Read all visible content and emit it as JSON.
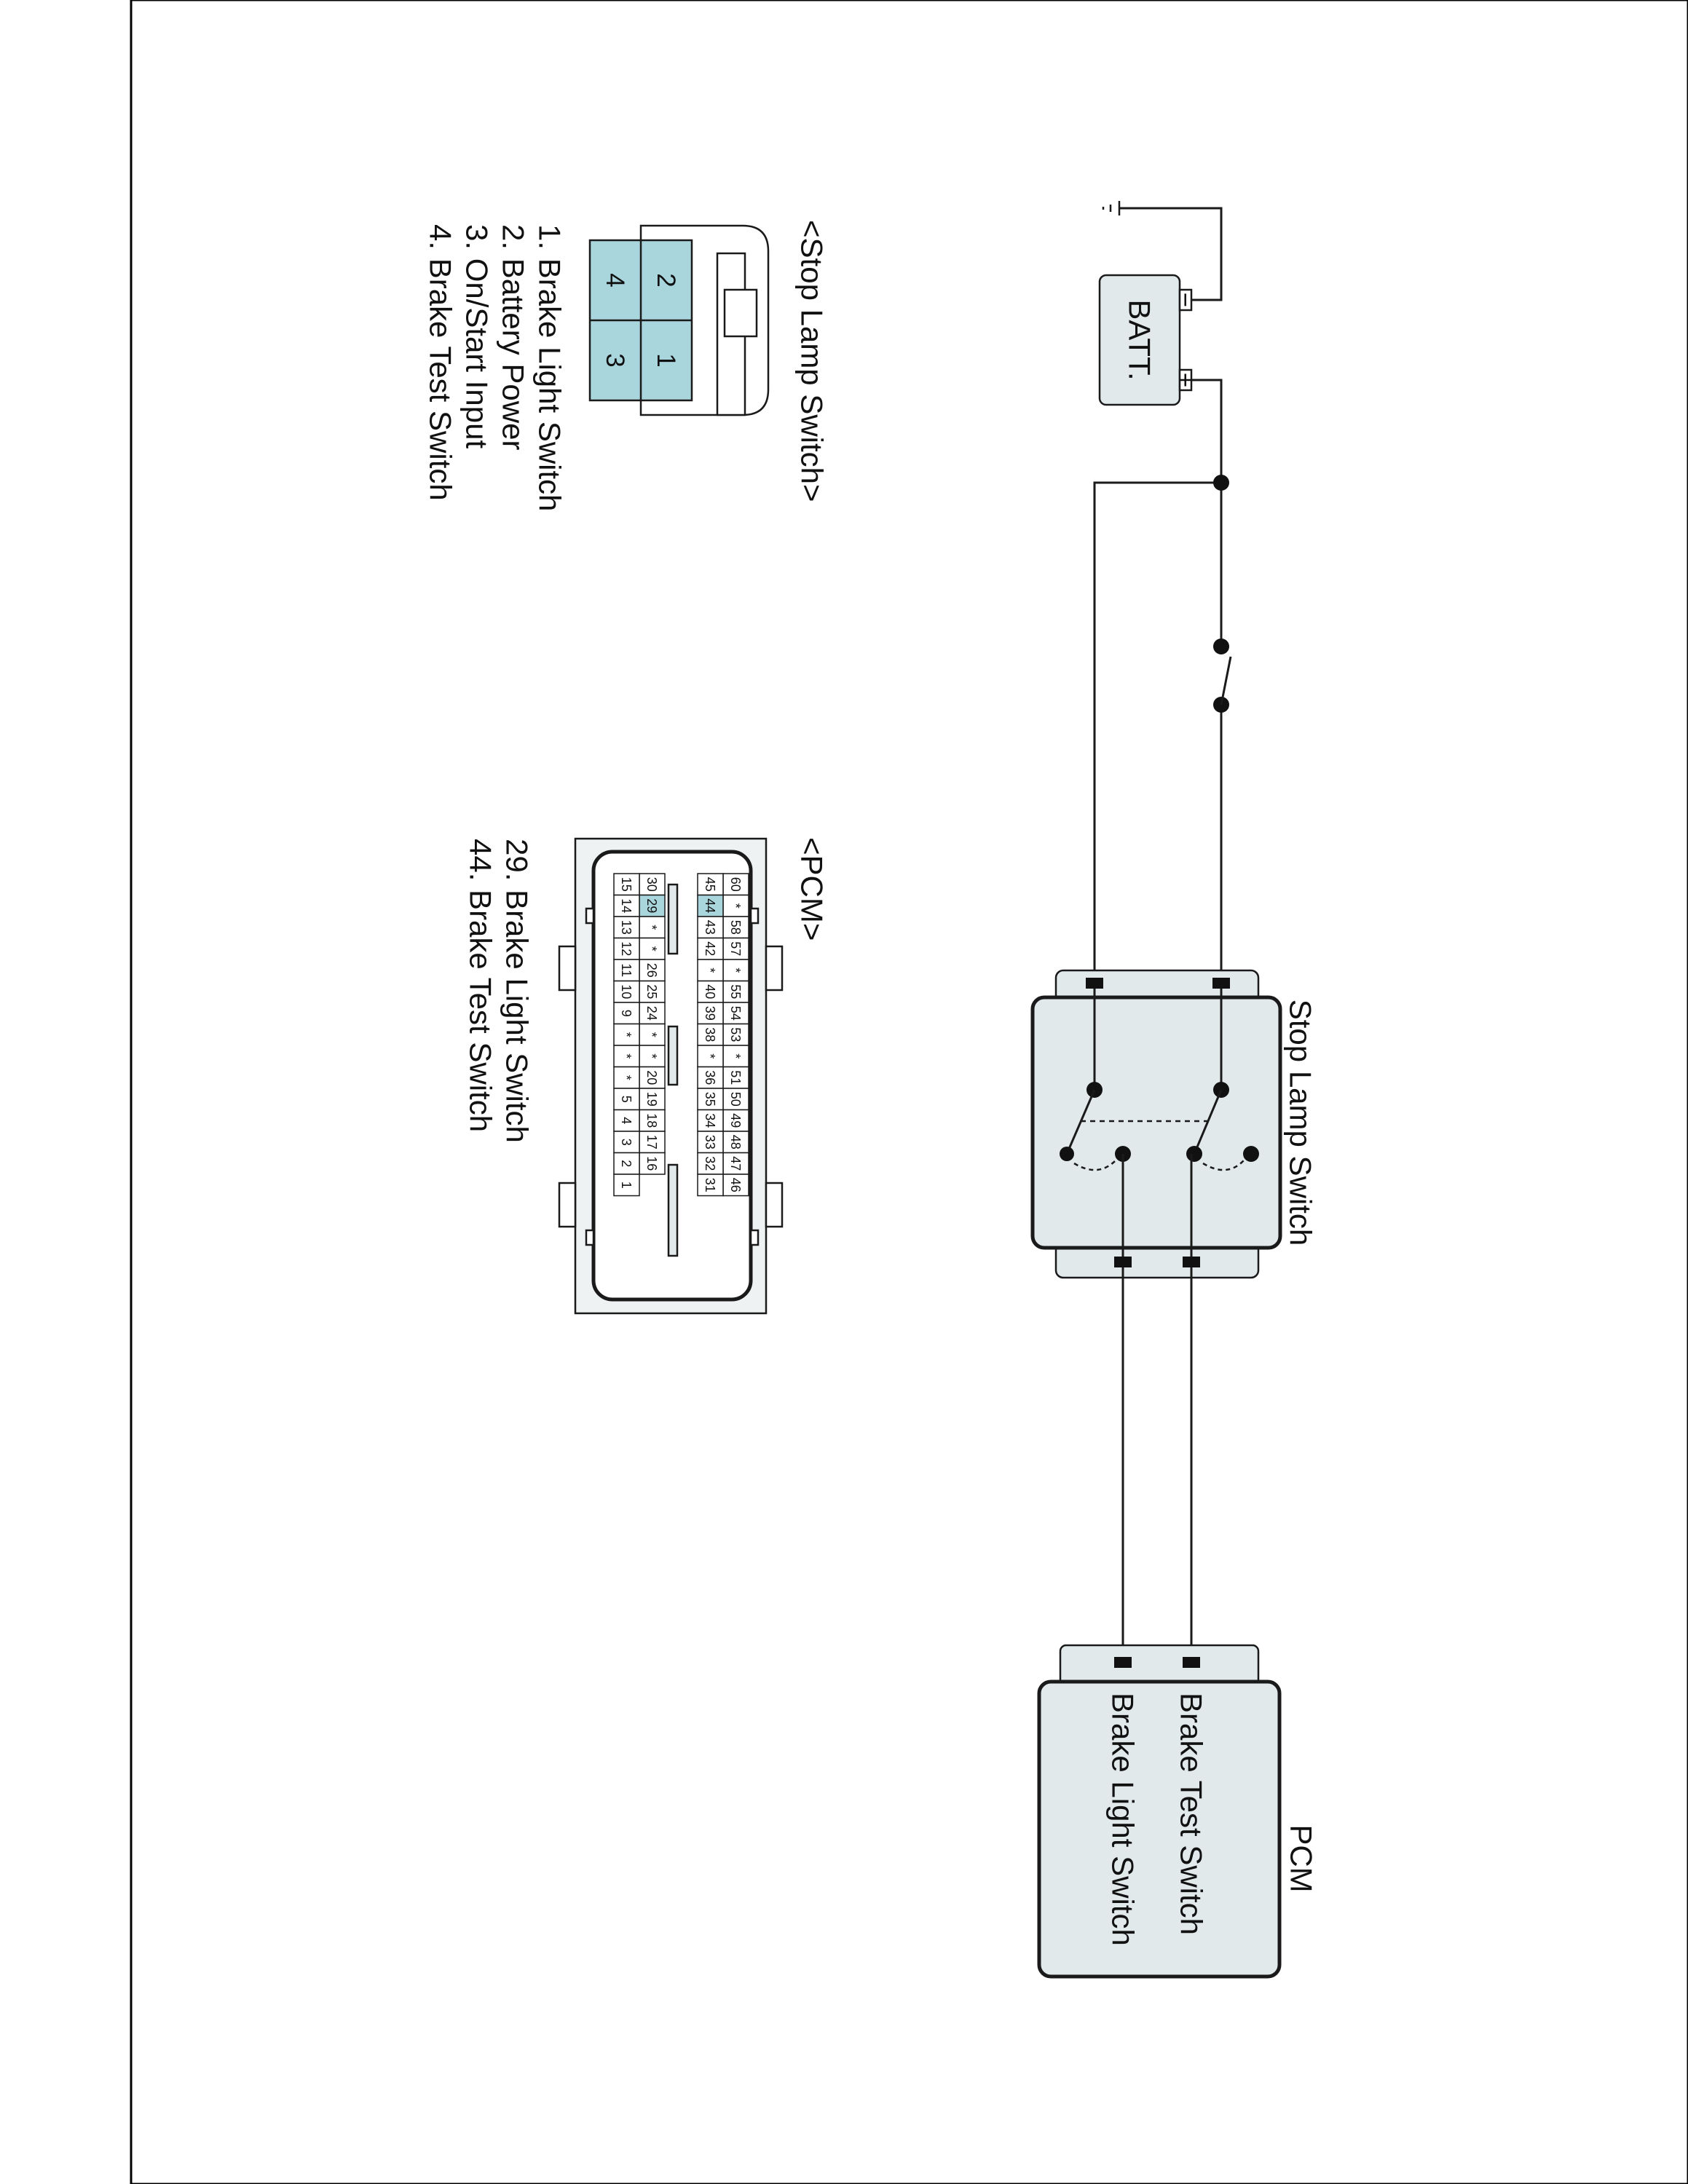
{
  "colors": {
    "component_fill": "#e1e9eb",
    "highlight_pin": "#a9d5dd",
    "connector_body": "#eef2f3",
    "line": "#1a1a1a"
  },
  "components": {
    "battery": {
      "label": "BATT.",
      "plus": "+",
      "minus": "−"
    },
    "stop_lamp_switch": {
      "label": "Stop Lamp Switch"
    },
    "pcm": {
      "label": "PCM",
      "pins": [
        "Brake Test Switch",
        "Brake Light Switch"
      ]
    }
  },
  "stop_lamp_connector": {
    "title": "<Stop Lamp Switch>",
    "cavities": [
      "2",
      "1",
      "4",
      "3"
    ],
    "pin_list": [
      "1. Brake Light Switch",
      "2. Battery Power",
      "3. On/Start Input",
      "4. Brake Test Switch"
    ]
  },
  "pcm_connector": {
    "title": "<PCM>",
    "rows": [
      [
        "60",
        "*",
        "58",
        "57",
        "*",
        "55",
        "54",
        "53",
        "*",
        "51",
        "50",
        "49",
        "48",
        "47",
        "46"
      ],
      [
        "45",
        "44",
        "43",
        "42",
        "*",
        "40",
        "39",
        "38",
        "*",
        "36",
        "35",
        "34",
        "33",
        "32",
        "31"
      ],
      [
        "30",
        "29",
        "*",
        "*",
        "26",
        "25",
        "24",
        "*",
        "*",
        "20",
        "19",
        "18",
        "17",
        "16"
      ],
      [
        "15",
        "14",
        "13",
        "12",
        "11",
        "10",
        "9",
        "*",
        "*",
        "*",
        "5",
        "4",
        "3",
        "2",
        "1"
      ]
    ],
    "highlighted_pins": [
      "44",
      "29"
    ],
    "pin_list": [
      "29. Brake Light Switch",
      "44. Brake Test Switch"
    ]
  }
}
